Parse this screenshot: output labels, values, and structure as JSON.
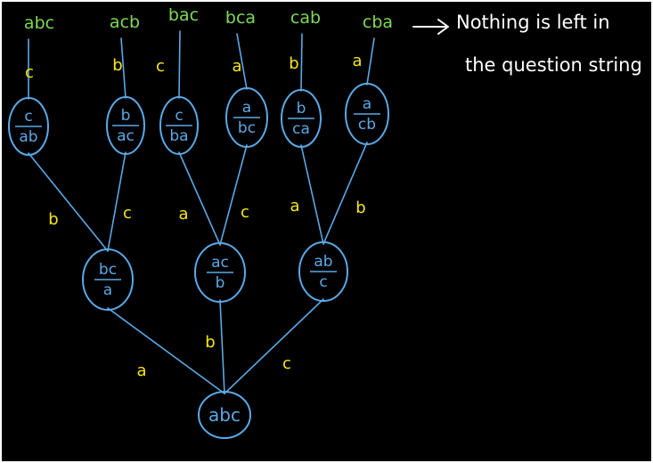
{
  "colors": {
    "background": "#000000",
    "node_stroke": "#5aa9e6",
    "edge_stroke": "#5aa9e6",
    "permutation_text": "#7ed957",
    "edge_label": "#f5e71a",
    "note_text": "#ffffff",
    "node_text": "#5aa9e6"
  },
  "root": {
    "label": "abc",
    "children": [
      {
        "edge": "a",
        "top": "bc",
        "bottom": "a",
        "children": [
          {
            "edge": "b",
            "top": "c",
            "bottom": "ab",
            "leaf_edge": "c",
            "permutation": "abc"
          },
          {
            "edge": "c",
            "top": "b",
            "bottom": "ac",
            "leaf_edge": "b",
            "permutation": "acb"
          }
        ]
      },
      {
        "edge": "b",
        "top": "ac",
        "bottom": "b",
        "children": [
          {
            "edge": "a",
            "top": "c",
            "bottom": "ba",
            "leaf_edge": "c",
            "permutation": "bac"
          },
          {
            "edge": "c",
            "top": "a",
            "bottom": "bc",
            "leaf_edge": "a",
            "permutation": "bca"
          }
        ]
      },
      {
        "edge": "c",
        "top": "ab",
        "bottom": "c",
        "children": [
          {
            "edge": "a",
            "top": "b",
            "bottom": "ca",
            "leaf_edge": "b",
            "permutation": "cab"
          },
          {
            "edge": "b",
            "top": "a",
            "bottom": "cb",
            "leaf_edge": "a",
            "permutation": "cba"
          }
        ]
      }
    ]
  },
  "annotation": {
    "line1": "Nothing is left in",
    "line2": "the question string"
  }
}
